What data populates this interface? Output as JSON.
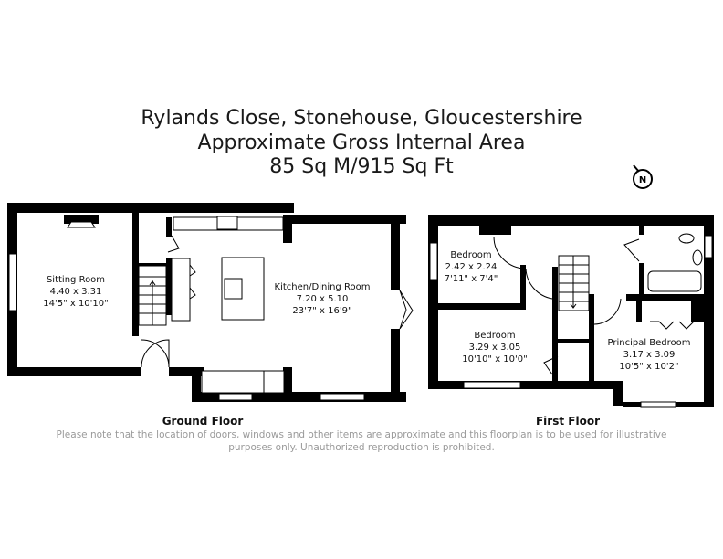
{
  "header": {
    "line1": "Rylands Close, Stonehouse, Gloucestershire",
    "line2": "Approximate Gross Internal Area",
    "line3": "85 Sq M/915 Sq Ft"
  },
  "compass": {
    "letter": "N"
  },
  "ground_floor": {
    "label": "Ground Floor",
    "rooms": [
      {
        "name": "Sitting Room",
        "metric": "4.40 x 3.31",
        "imperial": "14'5\" x 10'10\""
      },
      {
        "name": "Kitchen/Dining Room",
        "metric": "7.20 x 5.10",
        "imperial": "23'7\" x 16'9\""
      }
    ]
  },
  "first_floor": {
    "label": "First Floor",
    "rooms": [
      {
        "name": "Bedroom",
        "metric": "2.42 x 2.24",
        "imperial": "7'11\" x 7'4\""
      },
      {
        "name": "Bedroom",
        "metric": "3.29 x 3.05",
        "imperial": "10'10\" x 10'0\""
      },
      {
        "name": "Principal Bedroom",
        "metric": "3.17 x 3.09",
        "imperial": "10'5\" x 10'2\""
      }
    ]
  },
  "disclaimer": "Please note that the location of doors, windows and other items are approximate and this floorplan is to be used for illustrative purposes only. Unauthorized reproduction is prohibited."
}
